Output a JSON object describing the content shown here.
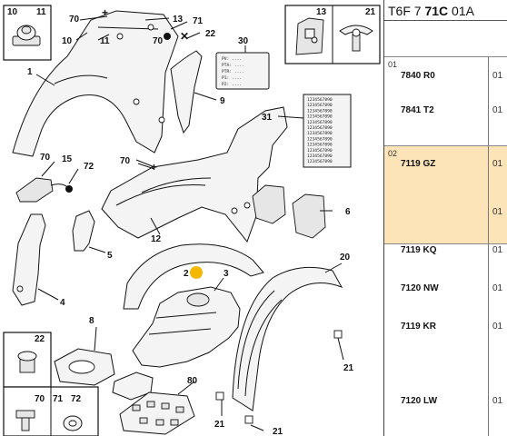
{
  "header": {
    "ref_prefix": "T6F 7",
    "ref_bold": "71C",
    "ref_suffix": "01A"
  },
  "callouts": {
    "c1": "1",
    "c2": "2",
    "c3": "3",
    "c4": "4",
    "c5": "5",
    "c6": "6",
    "c8": "8",
    "c9": "9",
    "c10a": "10",
    "c10b": "10",
    "c11a": "11",
    "c11b": "11",
    "c12": "12",
    "c13a": "13",
    "c13b": "13",
    "c15": "15",
    "c20": "20",
    "c21a": "21",
    "c21b": "21",
    "c21c": "21",
    "c21d": "21",
    "c22a": "22",
    "c22b": "22",
    "c30": "30",
    "c31": "31",
    "c70a": "70",
    "c70b": "70",
    "c70c": "70",
    "c70d": "70",
    "c71a": "71",
    "c71b": "71",
    "c72a": "72",
    "c72b": "72",
    "c80": "80"
  },
  "label_plate": {
    "lines": [
      "PV: ....",
      "PTA: ....",
      "PTR: ....",
      "P1: ....",
      "P2: ...."
    ]
  },
  "serial_grid": {
    "rows": [
      "1234567890",
      "1234567890",
      "1234567890",
      "1234567890",
      "1234567890",
      "1234567890",
      "1234567890",
      "1234567890",
      "1234567890",
      "1234567890",
      "1234567890",
      "1234567890"
    ]
  },
  "parts_list": {
    "rows": [
      {
        "group": "01",
        "code": "7840 R0",
        "qty": "01"
      },
      {
        "group": "",
        "code": "7841 T2",
        "qty": "01"
      },
      {
        "group": "02",
        "code": "7119 GZ",
        "qty": "01"
      },
      {
        "group": "",
        "code": "",
        "qty": "01"
      },
      {
        "group": "",
        "code": "7119 KQ",
        "qty": "01"
      },
      {
        "group": "",
        "code": "7120 NW",
        "qty": "01"
      },
      {
        "group": "",
        "code": "7119 KR",
        "qty": "01"
      },
      {
        "group": "",
        "code": "7120 LW",
        "qty": "01"
      }
    ]
  },
  "colors": {
    "highlight": "#fde3b8",
    "marker": "#f5b800"
  }
}
